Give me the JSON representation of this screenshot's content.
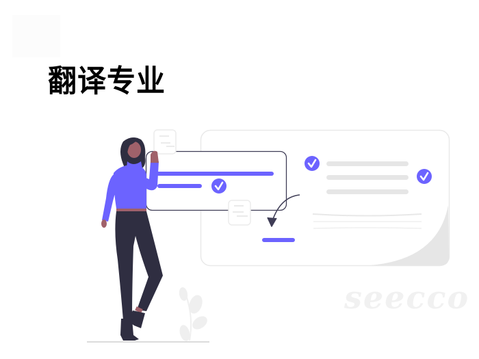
{
  "page": {
    "title": "翻译专业",
    "watermark": "seecco"
  },
  "illustration": {
    "subject": "woman-reviewing-checklist",
    "colors": {
      "accent": "#6c63ff",
      "dark": "#2f2e41",
      "skin": "#a0616a",
      "card_border": "#3f3d56",
      "card_light_border": "#e6e6e6",
      "gray_bar": "#e6e6e6",
      "card_bg": "#ffffff"
    },
    "front_card": {
      "checks": 1,
      "bars": 2
    },
    "back_card": {
      "checks": 2,
      "gray_bars": 3,
      "thin_lines": 3
    }
  }
}
